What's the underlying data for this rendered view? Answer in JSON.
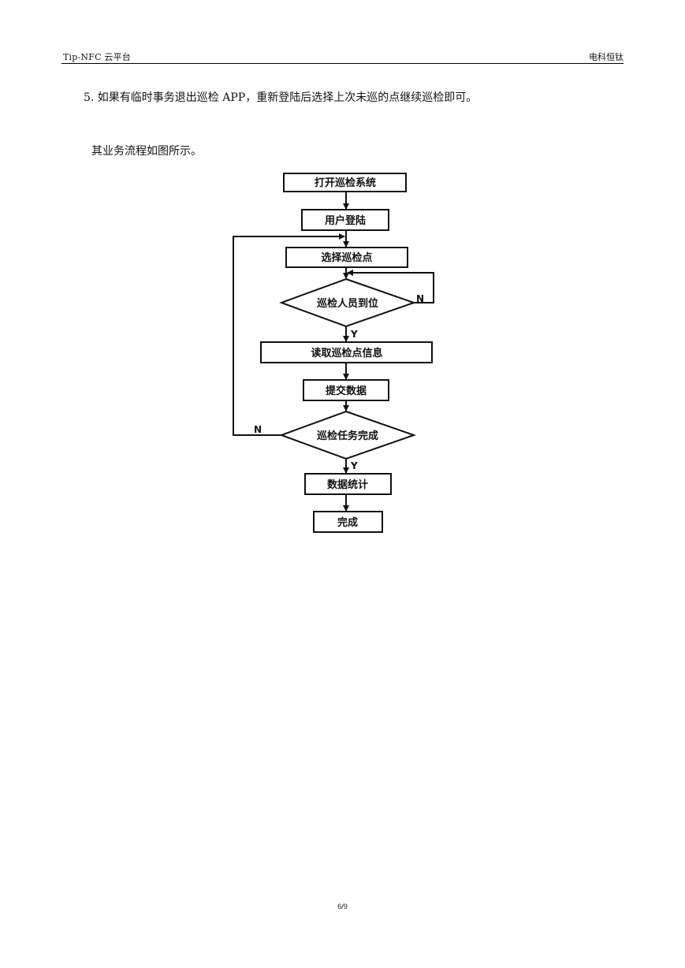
{
  "header": {
    "left": "Tip-NFC 云平台",
    "right": "电科恒钛"
  },
  "body": {
    "item5": "5. 如果有临时事务退出巡检 APP，重新登陆后选择上次未巡的点继续巡检即可。",
    "intro": "其业务流程如图所示。"
  },
  "flowchart": {
    "steps": {
      "open_system": "打开巡检系统",
      "login": "用户登陆",
      "select_point": "选择巡检点",
      "staff_arrived": "巡检人员到位",
      "read_info": "读取巡检点信息",
      "submit_data": "提交数据",
      "task_complete": "巡检任务完成",
      "statistics": "数据统计",
      "done": "完成"
    },
    "labels": {
      "arrived_no": "N",
      "arrived_yes": "Y",
      "complete_no": "N",
      "complete_yes": "Y"
    }
  },
  "footer": {
    "page_number": "6/9"
  }
}
